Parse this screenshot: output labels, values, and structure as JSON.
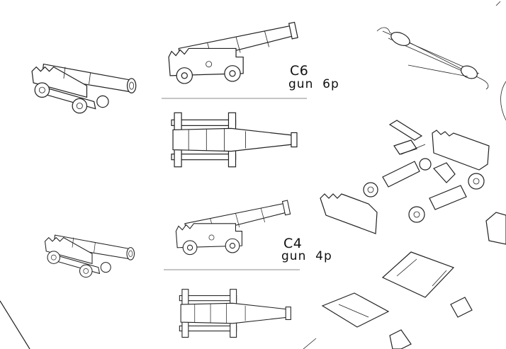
{
  "guns": [
    {
      "code": "C6",
      "label": "gun  6p"
    },
    {
      "code": "C4",
      "label": "gun  4p"
    }
  ],
  "colors": {
    "line": "#222222",
    "divider": "#888888",
    "background": "#ffffff"
  }
}
